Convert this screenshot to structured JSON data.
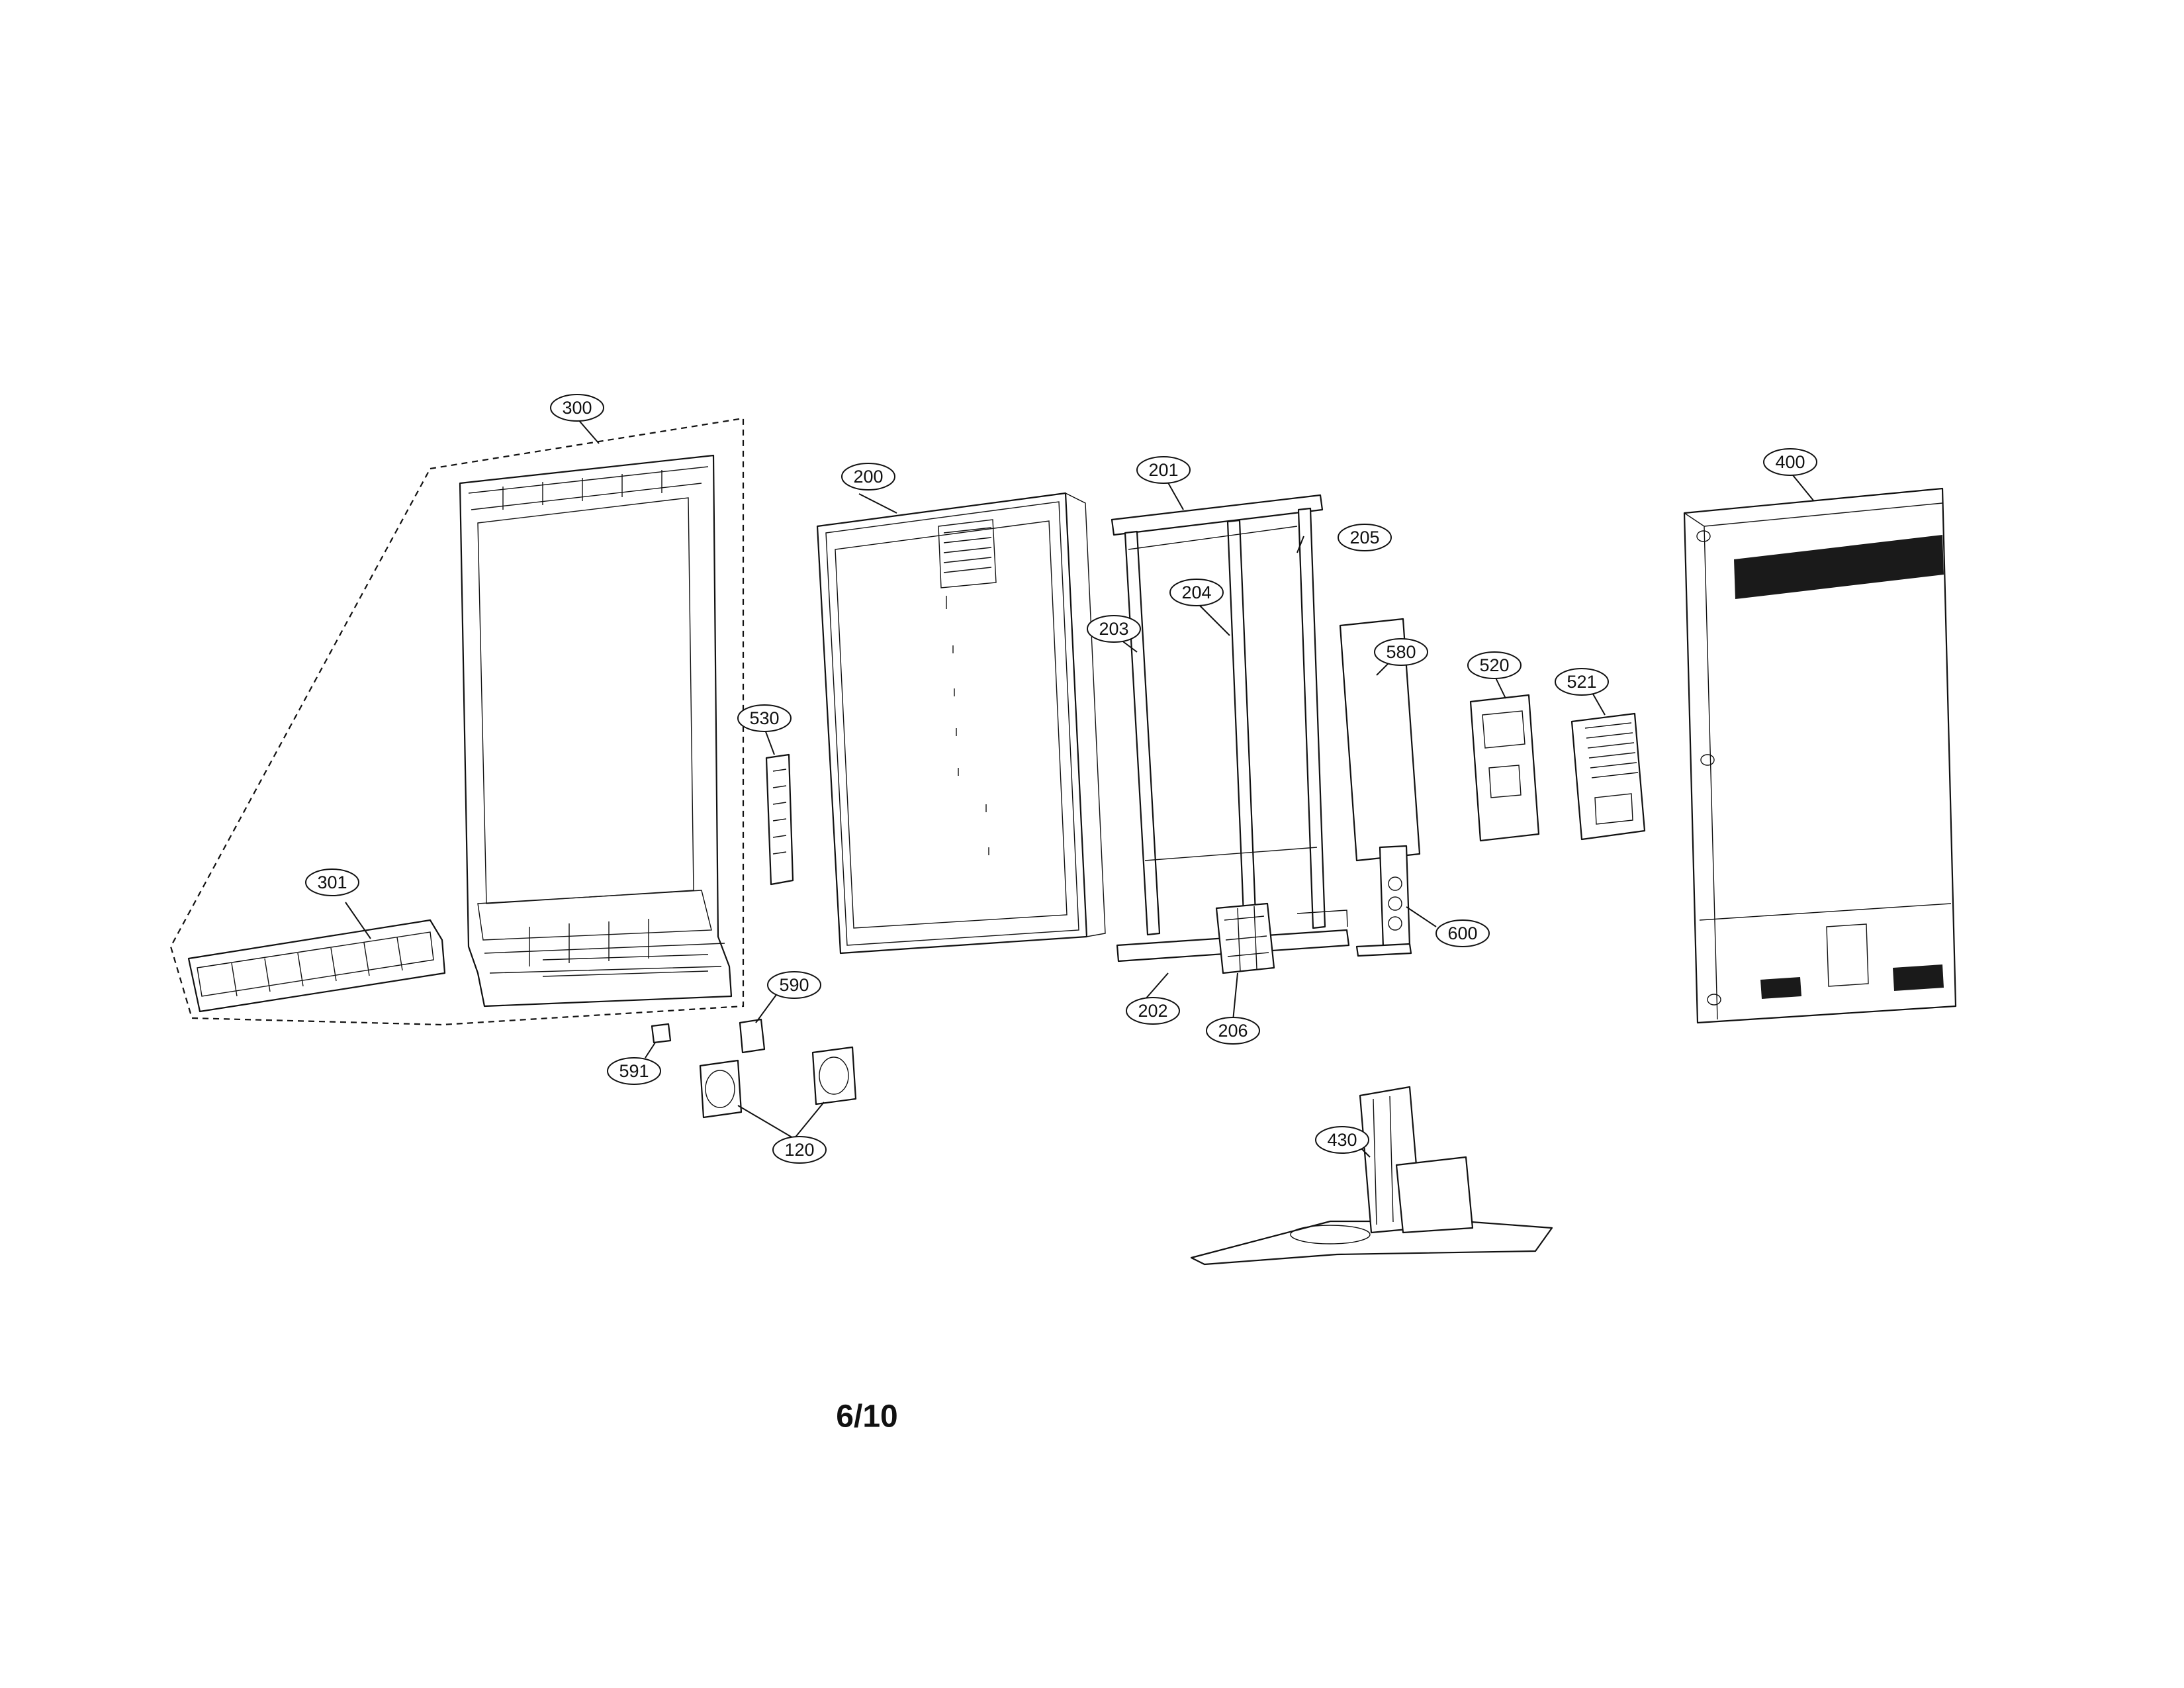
{
  "page_number": "6/10",
  "callouts": {
    "c300": "300",
    "c301": "301",
    "c200": "200",
    "c201": "201",
    "c202": "202",
    "c203": "203",
    "c204": "204",
    "c205": "205",
    "c206": "206",
    "c400": "400",
    "c430": "430",
    "c520": "520",
    "c521": "521",
    "c530": "530",
    "c580": "580",
    "c590": "590",
    "c591": "591",
    "c600": "600",
    "c120": "120"
  }
}
